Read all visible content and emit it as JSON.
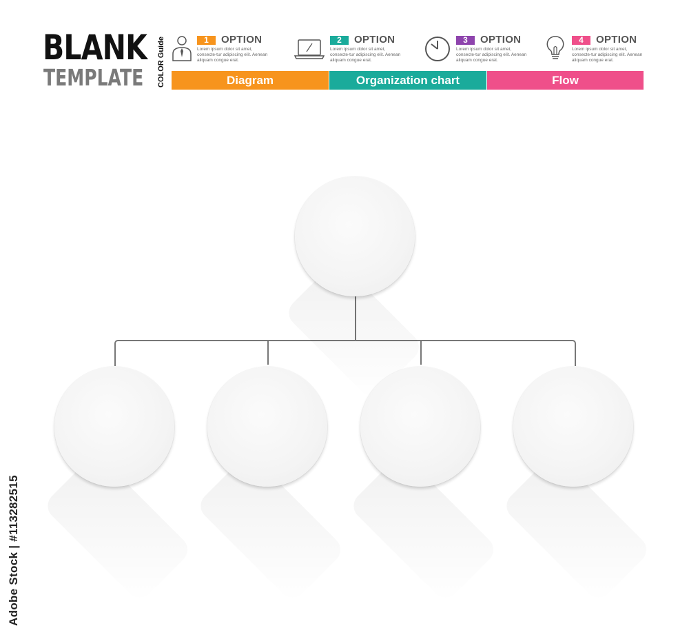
{
  "header": {
    "title_line1": "BLANK",
    "title_line2": "TEMPLATE",
    "color_guide": "COLOR Guide"
  },
  "options": [
    {
      "number": "1",
      "label": "OPTION",
      "color": "#f7941d",
      "icon": "businessman-icon",
      "desc": "Lorem ipsum dolor sit amet, consecte-tur adipiscing elit. Aenean aliquam congue erat."
    },
    {
      "number": "2",
      "label": "OPTION",
      "color": "#1aab9b",
      "icon": "laptop-icon",
      "desc": "Lorem ipsum dolor sit amet, consecte-tur adipiscing elit. Aenean aliquam congue erat."
    },
    {
      "number": "3",
      "label": "OPTION",
      "color": "#8e44ad",
      "icon": "clock-icon",
      "desc": "Lorem ipsum dolor sit amet, consecte-tur adipiscing elit. Aenean aliquam congue erat."
    },
    {
      "number": "4",
      "label": "OPTION",
      "color": "#ef4f8a",
      "icon": "lightbulb-icon",
      "desc": "Lorem ipsum dolor sit amet, consecte-tur adipiscing elit. Aenean aliquam congue erat."
    }
  ],
  "bars": [
    {
      "label": "Diagram",
      "color": "#f7941d"
    },
    {
      "label": "Organization chart",
      "color": "#1aab9b"
    },
    {
      "label": "Flow",
      "color": "#ef4f8a"
    }
  ],
  "org_chart": {
    "root": {
      "label": ""
    },
    "children": [
      {
        "label": ""
      },
      {
        "label": ""
      },
      {
        "label": ""
      },
      {
        "label": ""
      }
    ],
    "node_color": "#f5f5f5",
    "line_color": "#777777"
  },
  "stock_id": "Adobe Stock | #113282515"
}
